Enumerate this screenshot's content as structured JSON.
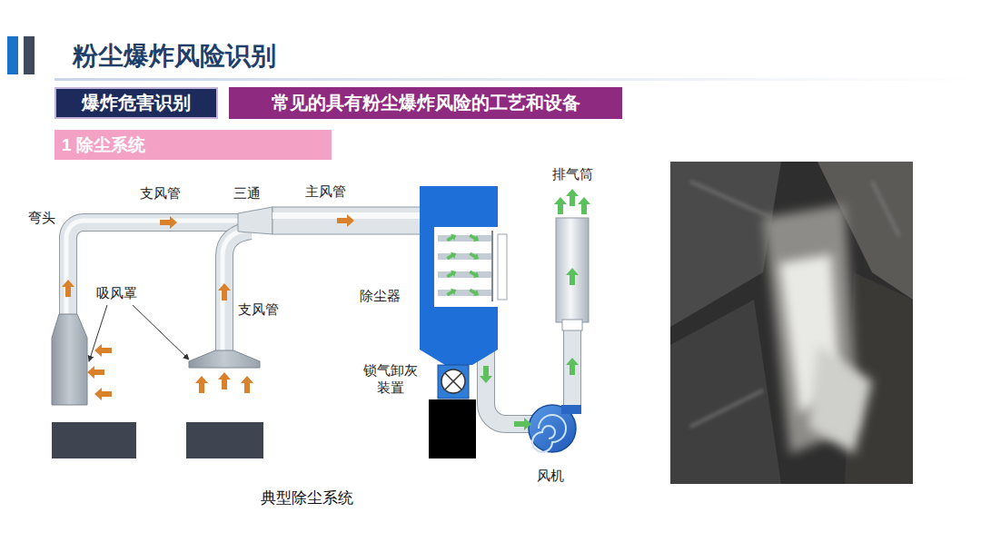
{
  "diagram": {
    "title": "粉尘爆炸风险识别",
    "caption": "典型除尘系统",
    "nodes": [
      {
        "text": [
          "爆炸危害识别"
        ]
      },
      {
        "text": [
          "常见的具有粉尘爆炸风险的工艺和设备"
        ]
      },
      {
        "text": [
          "1 除尘系统"
        ]
      }
    ],
    "labels": [
      "支风管",
      "三通",
      "主风管",
      "排气筒",
      "弯头",
      "吸风罩",
      "支风管",
      "除尘器",
      "锁气卸灰 装置",
      "风机"
    ]
  }
}
